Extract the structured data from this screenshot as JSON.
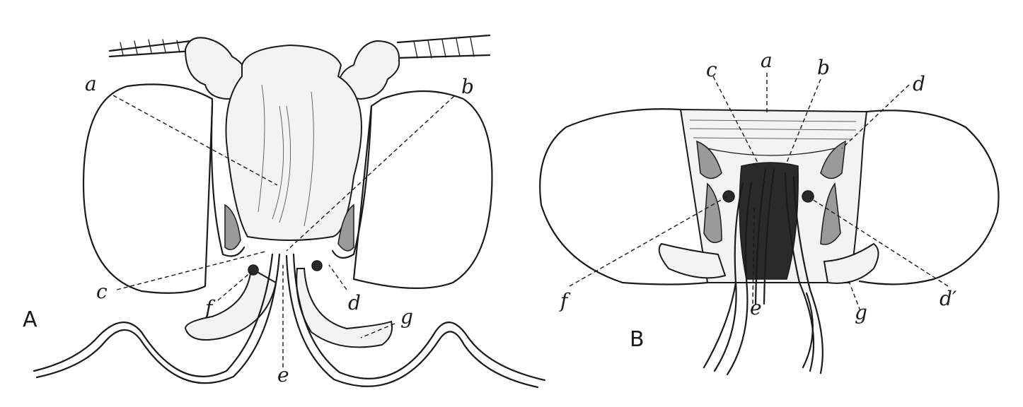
{
  "panel_a": {
    "caption": "A",
    "labels": {
      "a": "a",
      "b": "b",
      "c": "c",
      "d": "d",
      "e": "e",
      "f": "f",
      "g": "g"
    }
  },
  "panel_b": {
    "caption": "B",
    "labels": {
      "a": "a",
      "b": "b",
      "c": "c",
      "d": "d",
      "d_prime": "d′",
      "e": "e",
      "f": "f",
      "g": "g"
    }
  }
}
